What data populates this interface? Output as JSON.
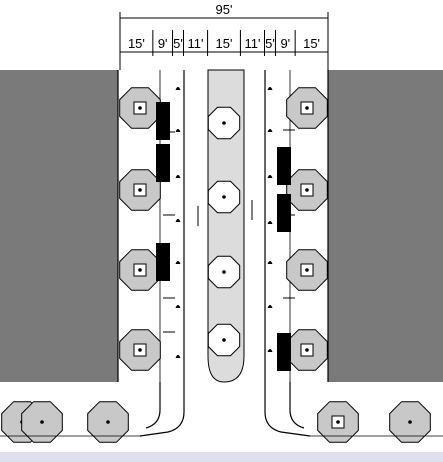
{
  "dimensions": {
    "total_width": "95'",
    "segments": [
      "15'",
      "9'",
      "5'",
      "11'",
      "15'",
      "11'",
      "5'",
      "9'",
      "15'"
    ]
  },
  "colors": {
    "building": "#7a7a7a",
    "tree_canopy": "#c8c8c8",
    "median": "#dcdcdc",
    "car": "#000000",
    "line": "#000000",
    "background": "#ffffff",
    "footer_band": "#dfe0ee"
  },
  "icons": {
    "tree": "tree-canopy-with-grate",
    "car": "parked-car",
    "bench": "bench-symbol"
  }
}
